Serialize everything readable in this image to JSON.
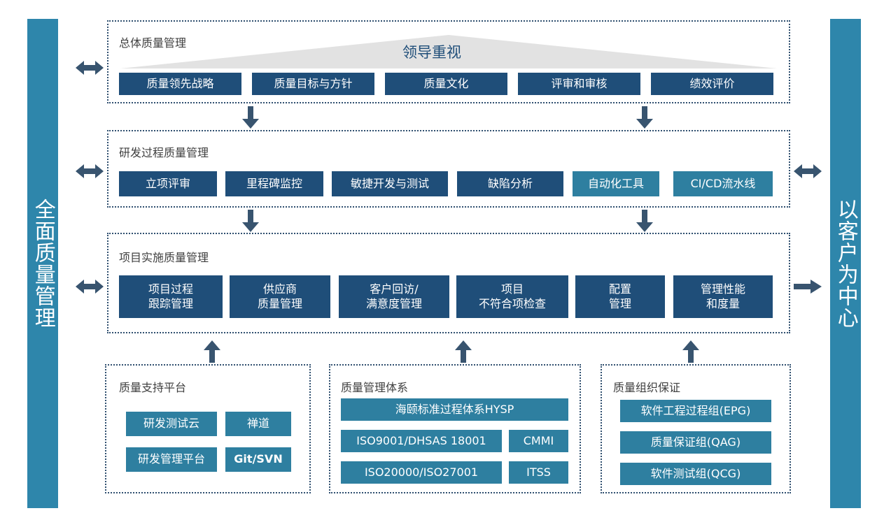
{
  "colors": {
    "pillar": "#2E86AB",
    "navy_box": "#1F4E79",
    "teal_box": "#2E7FA0",
    "arrow": "#38546F",
    "panel_border": "#2F4F6F",
    "triangle": "#E2E2E2",
    "leader_text": "#1F4E79",
    "panel_title": "#404040"
  },
  "left_pillar": {
    "label": "全面质量管理"
  },
  "right_pillar": {
    "label": "以客户为中心"
  },
  "triangle": {
    "label": "领导重视"
  },
  "sections": [
    {
      "id": "overall-quality-management",
      "title": "总体质量管理",
      "boxes": [
        {
          "label": "质量领先战略",
          "style": "navy"
        },
        {
          "label": "质量目标与方针",
          "style": "navy"
        },
        {
          "label": "质量文化",
          "style": "navy"
        },
        {
          "label": "评审和审核",
          "style": "navy"
        },
        {
          "label": "绩效评价",
          "style": "navy"
        }
      ]
    },
    {
      "id": "rd-process-quality-management",
      "title": "研发过程质量管理",
      "boxes": [
        {
          "label": "立项评审",
          "style": "navy"
        },
        {
          "label": "里程碑监控",
          "style": "navy"
        },
        {
          "label": "敏捷开发与测试",
          "style": "navy"
        },
        {
          "label": "缺陷分析",
          "style": "navy"
        },
        {
          "label": "自动化工具",
          "style": "teal"
        },
        {
          "label": "CI/CD流水线",
          "style": "teal"
        }
      ]
    },
    {
      "id": "project-implementation-quality-management",
      "title": "项目实施质量管理",
      "boxes": [
        {
          "label": "项目过程\n跟踪管理",
          "style": "navy"
        },
        {
          "label": "供应商\n质量管理",
          "style": "navy"
        },
        {
          "label": "客户回访/\n满意度管理",
          "style": "navy"
        },
        {
          "label": "项目\n不符合项检查",
          "style": "navy"
        },
        {
          "label": "配置\n管理",
          "style": "navy"
        },
        {
          "label": "管理性能\n和度量",
          "style": "navy"
        }
      ]
    }
  ],
  "bottom_panels": [
    {
      "id": "quality-support-platform",
      "title": "质量支持平台",
      "boxes": [
        {
          "label": "研发测试云",
          "style": "teal",
          "bold": false
        },
        {
          "label": "禅道",
          "style": "teal",
          "bold": false
        },
        {
          "label": "研发管理平台",
          "style": "teal",
          "bold": false
        },
        {
          "label": "Git/SVN",
          "style": "teal",
          "bold": true
        }
      ]
    },
    {
      "id": "quality-management-system",
      "title": "质量管理体系",
      "boxes": [
        {
          "label": "海颐标准过程体系HYSP",
          "style": "teal",
          "bold": false
        },
        {
          "label": "ISO9001/DHSAS 18001",
          "style": "teal",
          "bold": false
        },
        {
          "label": "CMMI",
          "style": "teal",
          "bold": false
        },
        {
          "label": "ISO20000/ISO27001",
          "style": "teal",
          "bold": false
        },
        {
          "label": "ITSS",
          "style": "teal",
          "bold": false
        }
      ]
    },
    {
      "id": "quality-organization-assurance",
      "title": "质量组织保证",
      "boxes": [
        {
          "label": "软件工程过程组(EPG)",
          "style": "teal",
          "bold": false
        },
        {
          "label": "质量保证组(QAG)",
          "style": "teal",
          "bold": false
        },
        {
          "label": "软件测试组(QCG)",
          "style": "teal",
          "bold": false
        }
      ]
    }
  ],
  "arrows": {
    "left_bidirectional": 3,
    "right_bidirectional": 1,
    "right_single": 1,
    "down": 4,
    "up": 3
  }
}
